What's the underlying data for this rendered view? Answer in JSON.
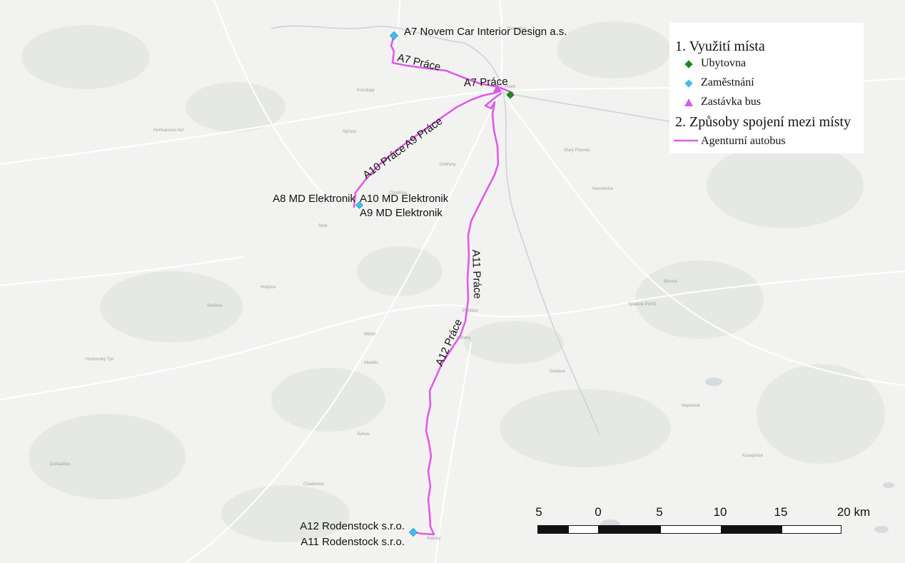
{
  "map": {
    "towns": [
      "Plzeň",
      "Nýřany",
      "Stod",
      "Přeštice",
      "Klatovy",
      "Nepomuk",
      "Domažlice",
      "Staňkov",
      "Holýšov",
      "Starý Plzenec",
      "Blovice",
      "Dobřany",
      "Horšovský Týn",
      "Chotěšov",
      "Švihov",
      "Merklín",
      "Třemošná",
      "Kozolupy",
      "Heřmanova Huť",
      "Dnešice",
      "Chudenice",
      "Kasejovice",
      "Spálené Poříčí",
      "Nezvěstice",
      "Lužany",
      "Měčín"
    ],
    "places": [
      {
        "id": "p-a7-work",
        "label": "A7 Novem Car Interior Design a.s.",
        "kind": "employment"
      },
      {
        "id": "p-ubytovna",
        "label": "",
        "kind": "accommodation"
      },
      {
        "id": "p-stop",
        "label": "",
        "kind": "bus-stop"
      },
      {
        "id": "p-md-a8",
        "label": "A8 MD Elektronik",
        "kind": "employment"
      },
      {
        "id": "p-md-a10",
        "label": "A10 MD Elektronik",
        "kind": "employment"
      },
      {
        "id": "p-md-a9",
        "label": "A9 MD Elektronik",
        "kind": "employment"
      },
      {
        "id": "p-rod-a12",
        "label": "A12 Rodenstock s.r.o.",
        "kind": "employment"
      },
      {
        "id": "p-rod-a11",
        "label": "A11 Rodenstock s.r.o.",
        "kind": "employment"
      }
    ],
    "routes": [
      {
        "id": "r-a7",
        "labels": [
          "A7 Práce",
          "A7 Práce"
        ]
      },
      {
        "id": "r-a9-a10",
        "labels": [
          "A10 Práce",
          "A9 Práce"
        ]
      },
      {
        "id": "r-a11-a12",
        "labels": [
          "A11 Práce",
          "A12 Práce"
        ]
      }
    ]
  },
  "colors": {
    "route": "#e15ae8",
    "accommodation": "#1a8a1a",
    "employment": "#3cc0ee",
    "bus_stop": "#d35de8",
    "background": "#f4f5f3"
  },
  "legend": {
    "section1_title": "1. Využití místa",
    "items1": [
      {
        "label": "Ubytovna",
        "symbol": "diamond",
        "color": "#1a8a1a"
      },
      {
        "label": "Zaměstnání",
        "symbol": "diamond",
        "color": "#3cc0ee"
      },
      {
        "label": "Zastávka bus",
        "symbol": "triangle",
        "color": "#d35de8"
      }
    ],
    "section2_title": "2. Způsoby spojení mezi místy",
    "items2": [
      {
        "label": "Agenturní autobus",
        "symbol": "line",
        "color": "#e15ae8"
      }
    ]
  },
  "scalebar": {
    "ticks": [
      "5",
      "0",
      "5",
      "10",
      "15",
      "20 km"
    ]
  }
}
